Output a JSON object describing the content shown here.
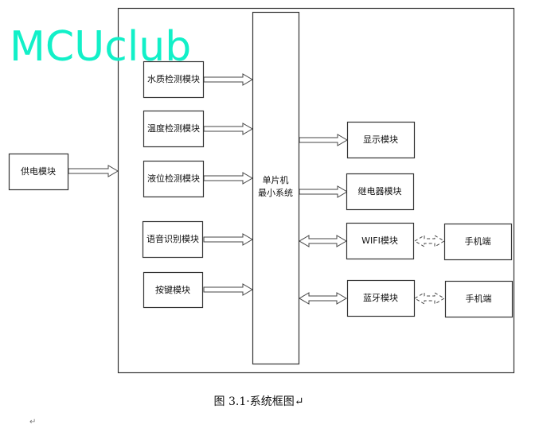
{
  "watermark": "MCUclub",
  "power": "供电模块",
  "mcu": {
    "line1": "单片机",
    "line2": "最小系统"
  },
  "inputs": [
    "水质检测模块",
    "温度检测模块",
    "液位检测模块",
    "语音识别模块",
    "按键模块"
  ],
  "outputs": [
    "显示模块",
    "继电器模块",
    "WIFI模块",
    "蓝牙模块"
  ],
  "phones": [
    "手机端",
    "手机端"
  ],
  "caption": "图 3.1·系统框图↵",
  "return_mark": "↵"
}
